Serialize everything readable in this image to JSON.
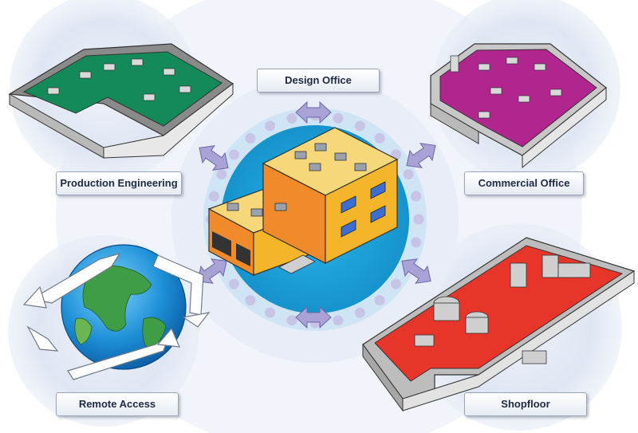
{
  "labels": {
    "design_office": "Design Office",
    "production_engineering": "Production Engineering",
    "commercial_office": "Commercial Office",
    "remote_access": "Remote Access",
    "shopfloor": "Shopfloor"
  },
  "colors": {
    "hub_blue": "#1ea0d8",
    "dot_ring": "#c8c4e6",
    "arrow": "#a9a2d6",
    "production_floor": "#148a5a",
    "commercial_floor": "#b0268e",
    "shopfloor_floor": "#e8352a",
    "building": "#f5b52a",
    "ocean": "#1d8fd6",
    "land": "#3f9e45"
  },
  "icons": [
    "two-way-arrow-icon",
    "globe-icon",
    "orbit-arrow-icon",
    "office-building-icon"
  ]
}
